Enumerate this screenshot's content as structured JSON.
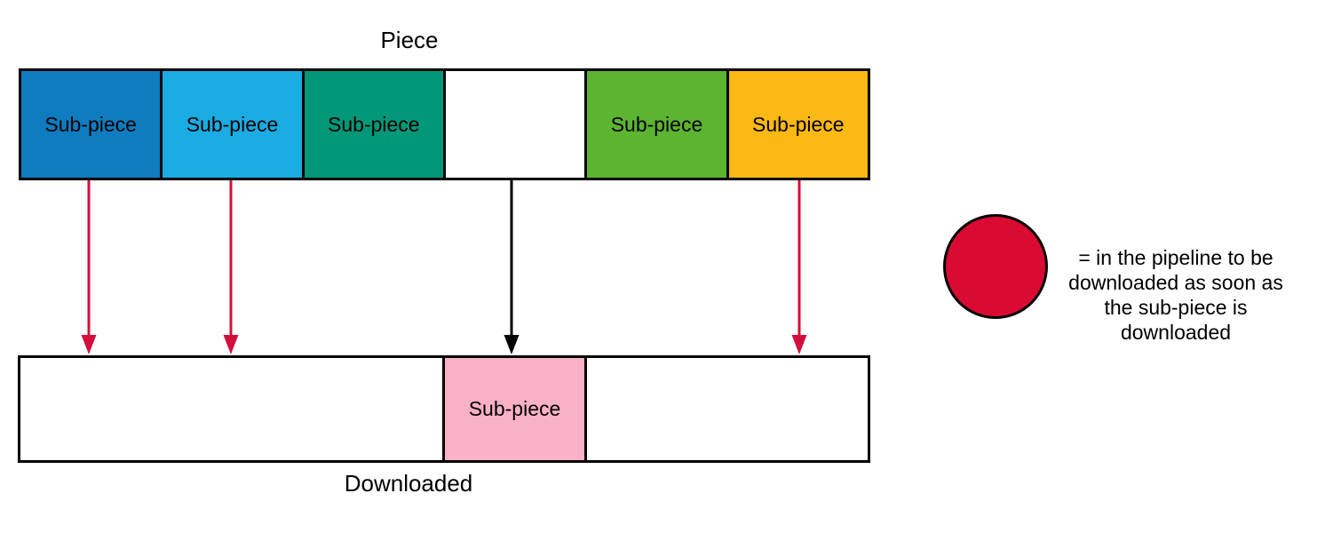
{
  "piece": {
    "title": "Piece",
    "cells": [
      {
        "label": "Sub-piece",
        "color": "#0E7CBF"
      },
      {
        "label": "Sub-piece",
        "color": "#1AACE3"
      },
      {
        "label": "Sub-piece",
        "color": "#009878"
      },
      {
        "label": "",
        "color": "#FFFFFF"
      },
      {
        "label": "Sub-piece",
        "color": "#5CB431"
      },
      {
        "label": "Sub-piece",
        "color": "#FCB813"
      }
    ]
  },
  "downloaded": {
    "title": "Downloaded",
    "cell": {
      "label": "Sub-piece",
      "color": "#FBB1C5"
    }
  },
  "arrows": [
    {
      "from": "subpiece-1",
      "color": "#D20F3C"
    },
    {
      "from": "subpiece-2",
      "color": "#D20F3C"
    },
    {
      "from": "subpiece-4",
      "color": "#000000"
    },
    {
      "from": "subpiece-6",
      "color": "#D20F3C"
    }
  ],
  "legend": {
    "marker_color": "#DA0B33",
    "lines": {
      "0": "= in the pipeline to be",
      "1": "downloaded as soon as",
      "2": "the sub-piece is",
      "3": "downloaded"
    }
  }
}
